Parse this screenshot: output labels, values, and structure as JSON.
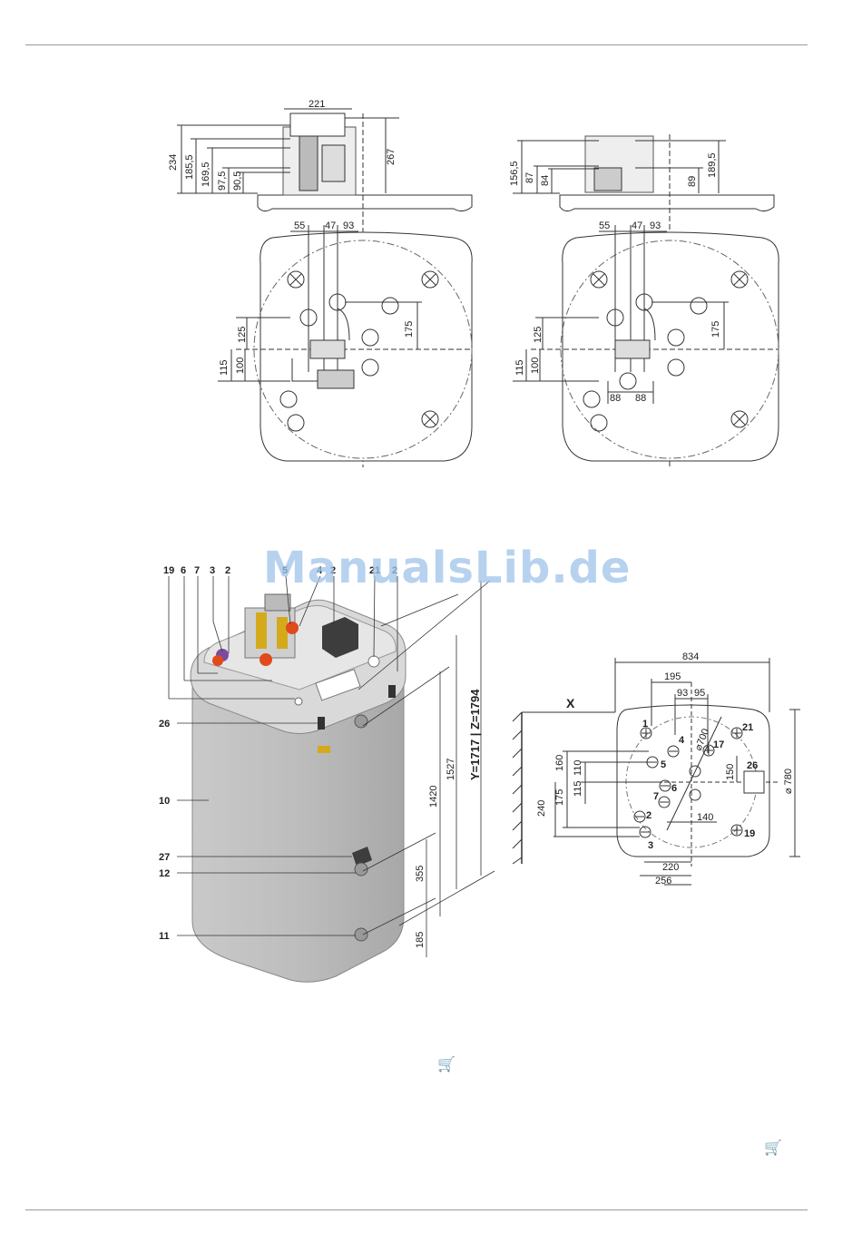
{
  "watermark": "ManualsLib.de",
  "top_left": {
    "vertical_dims": [
      "234",
      "185,5",
      "169,5",
      "97,5",
      "90,5"
    ],
    "width_dim": "221",
    "right_dim": "267",
    "plan_top": [
      "55",
      "47",
      "93"
    ],
    "plan_left": [
      "125",
      "115",
      "100"
    ],
    "plan_right": "175"
  },
  "top_right": {
    "vertical_dims": [
      "156,5",
      "87",
      "84"
    ],
    "right_dims": [
      "89",
      "189,5"
    ],
    "plan_top": [
      "55",
      "47",
      "93"
    ],
    "plan_left": [
      "125",
      "115",
      "100"
    ],
    "plan_right": "175",
    "plan_bottom": [
      "88",
      "88"
    ]
  },
  "tank": {
    "top_labels": [
      "19",
      "6",
      "7",
      "3",
      "2",
      "5",
      "4",
      "2",
      "21",
      "2"
    ],
    "side_labels": [
      "26",
      "10",
      "27",
      "12",
      "11"
    ],
    "heights": [
      "1420",
      "1527",
      "Y=1717 | Z=1794",
      "355",
      "185"
    ]
  },
  "footprint": {
    "x_label": "X",
    "width": "834",
    "top_dims": [
      "195",
      "93",
      "95"
    ],
    "left_dims": [
      "160",
      "110",
      "175",
      "115",
      "240"
    ],
    "right_dims": [
      "150",
      "⌀ 780"
    ],
    "diag": "⌀700",
    "bottom_dims": [
      "140",
      "220",
      "256"
    ],
    "numbers": [
      "1",
      "4",
      "5",
      "6",
      "7",
      "2",
      "3",
      "17",
      "21",
      "26",
      "19"
    ]
  }
}
